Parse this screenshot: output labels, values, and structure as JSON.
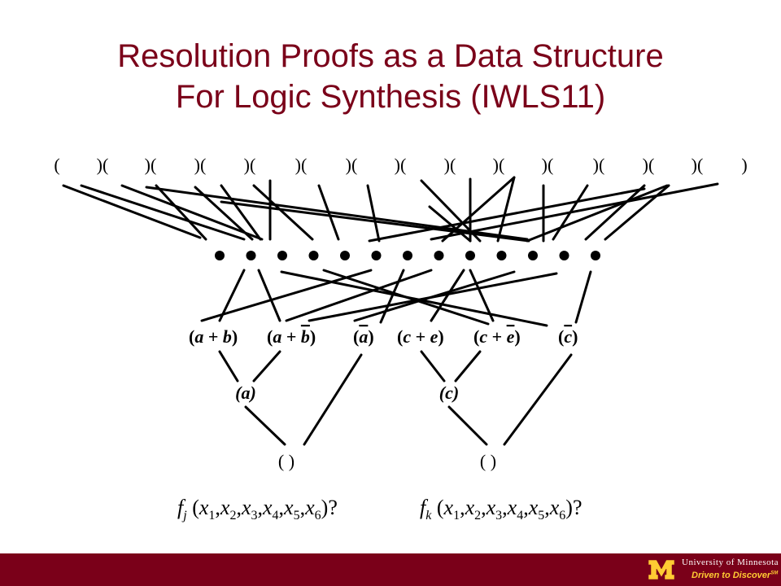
{
  "slide": {
    "title_line1": "Resolution Proofs as a Data Structure",
    "title_line2": "For Logic Synthesis (IWLS11)"
  },
  "diagram": {
    "top_row": [
      "(",
      ")(",
      ")(",
      ")(",
      ")(",
      ")(",
      ")(",
      ")(",
      ")(",
      ")(",
      ")(",
      ")(",
      ")(",
      ")(",
      ")"
    ],
    "dot_count": 13,
    "clauses": [
      {
        "pre": "(",
        "a": "a",
        "op": " + ",
        "b": "b",
        "post": ")",
        "negated": ""
      },
      {
        "pre": "(",
        "a": "a",
        "op": " + ",
        "b": "b",
        "post": ")",
        "negated": "b"
      },
      {
        "pre": "(",
        "a": "a",
        "op": "",
        "b": "",
        "post": ")",
        "negated": "a"
      },
      {
        "pre": "(",
        "a": "c",
        "op": " + ",
        "b": "e",
        "post": ")",
        "negated": ""
      },
      {
        "pre": "(",
        "a": "c",
        "op": " + ",
        "b": "e",
        "post": ")",
        "negated": "e"
      },
      {
        "pre": "(",
        "a": "c",
        "op": "",
        "b": "",
        "post": ")",
        "negated": "c"
      }
    ],
    "resolvents": [
      "(a)",
      "(c)"
    ],
    "empty_clauses": [
      "( )",
      "( )"
    ],
    "functions": [
      {
        "name": "f",
        "sub": "j",
        "args": [
          "1",
          "2",
          "3",
          "4",
          "5",
          "6"
        ],
        "var": "x",
        "suffix": "?"
      },
      {
        "name": "f",
        "sub": "k",
        "args": [
          "1",
          "2",
          "3",
          "4",
          "5",
          "6"
        ],
        "var": "x",
        "suffix": "?"
      }
    ]
  },
  "footer": {
    "university": "University of Minnesota",
    "tagline": "Driven to Discover",
    "trademark": "SM",
    "colors": {
      "maroon": "#7a0019",
      "gold": "#ffcc33"
    }
  }
}
